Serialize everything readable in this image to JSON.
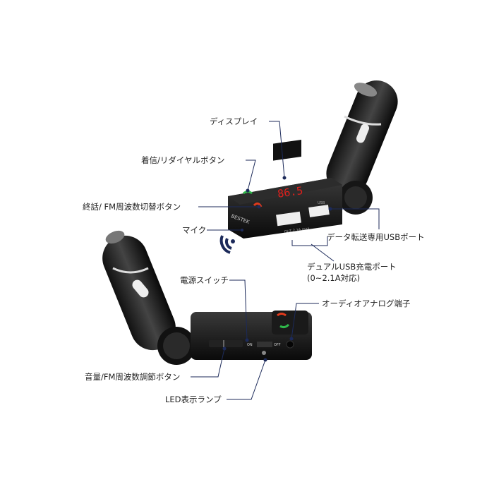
{
  "device": {
    "display_reading": "86.5",
    "brand_print": "BESTEK",
    "usb_print": "USB",
    "out_print": "OUT 2.1A max",
    "switch_on": "ON",
    "switch_off": "OFF"
  },
  "labels": {
    "display": "ディスプレイ",
    "call_redial": "着信/リダイヤルボタン",
    "end_fm_switch": "終話/ FM周波数切替ボタン",
    "mic": "マイク",
    "data_usb": "データ転送専用USBポート",
    "dual_usb": "デュアルUSB充電ポート",
    "dual_usb_sub": "(0~2.1A対応)",
    "power_switch": "電源スイッチ",
    "audio_jack": "オーディオアナログ端子",
    "volume_fm": "音量/FM周波数調節ボタン",
    "led_lamp": "LED表示ランプ"
  },
  "colors": {
    "leader": "#1c2a5a",
    "display_red": "#e0201c",
    "call_green": "#2fb84a",
    "end_red": "#e03a1c"
  }
}
